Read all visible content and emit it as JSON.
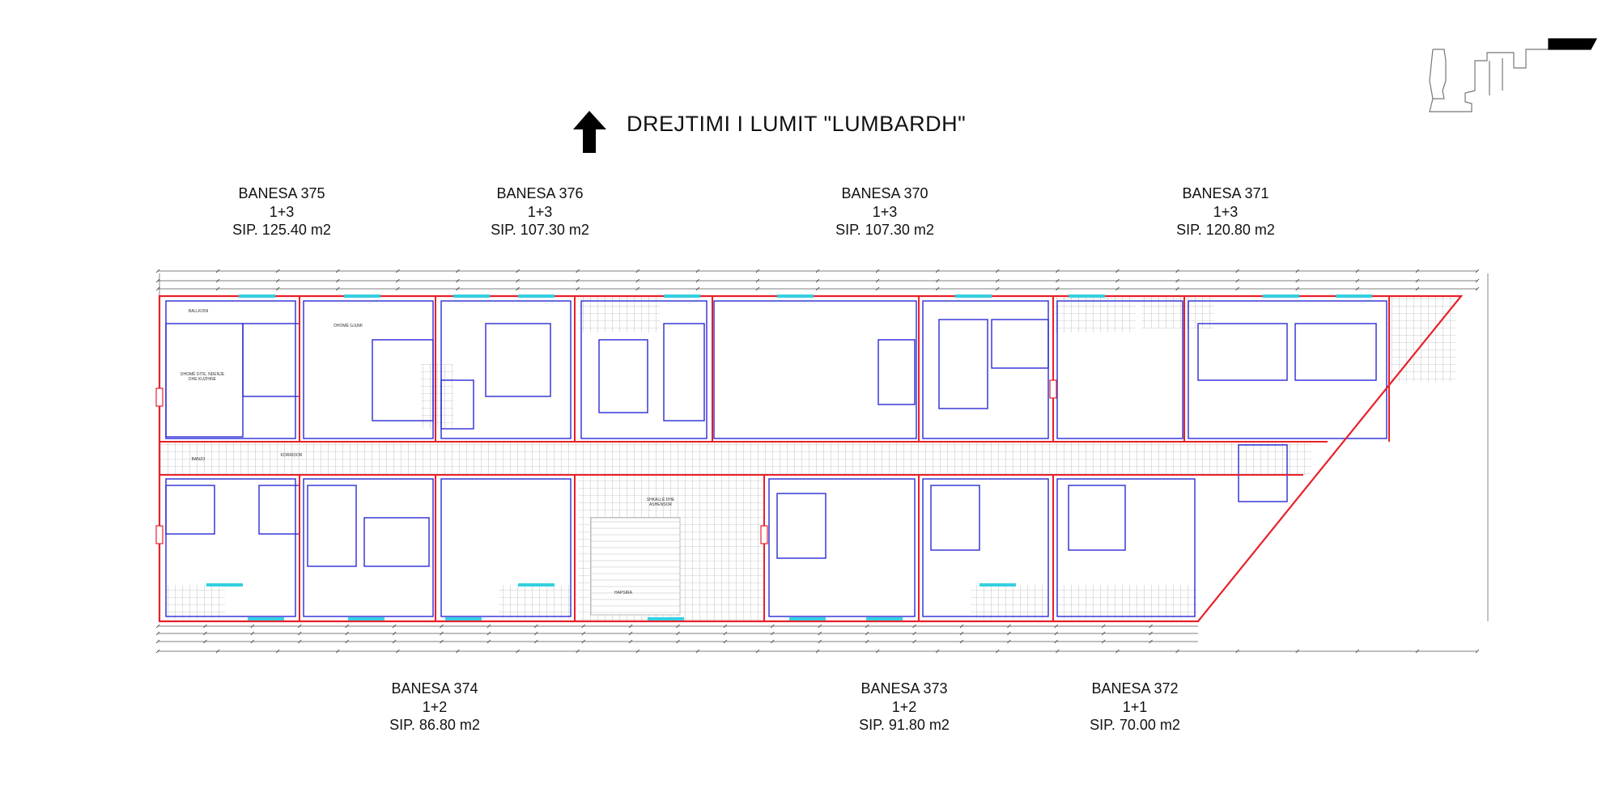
{
  "title": "DREJTIMI  I LUMIT \"LUMBARDH\"",
  "icons": {
    "direction": "arrow-up-icon",
    "key_plan": "key-plan-icon"
  },
  "colors": {
    "outer_wall": "#e8202a",
    "inner_wall": "#2a2ad6",
    "window": "#35d0e0",
    "hatch": "#999999",
    "dimension": "#555555"
  },
  "apartments_top": [
    {
      "name": "BANESA 375",
      "type": "1+3",
      "area": "SIP. 125.40 m2"
    },
    {
      "name": "BANESA 376",
      "type": "1+3",
      "area": "SIP. 107.30 m2"
    },
    {
      "name": "BANESA 370",
      "type": "1+3",
      "area": "SIP. 107.30 m2"
    },
    {
      "name": "BANESA 371",
      "type": "1+3",
      "area": "SIP. 120.80 m2"
    }
  ],
  "apartments_bottom": [
    {
      "name": "BANESA 374",
      "type": "1+2",
      "area": "SIP. 86.80 m2"
    },
    {
      "name": "BANESA 373",
      "type": "1+2",
      "area": "SIP. 91.80 m2"
    },
    {
      "name": "BANESA 372",
      "type": "1+1",
      "area": "SIP. 70.00 m2"
    }
  ],
  "rooms": {
    "balcony": "BALLKONI",
    "bedroom": "DHOMË GJUMI",
    "living": "DHOMË DITE, NDENJE DHE KUZHINE",
    "corridor": "KORRIDOR",
    "bathroom": "BANJO",
    "stairs": "SHKALLË DHE ASHENSOR",
    "elevator": "HAPSIRA"
  }
}
